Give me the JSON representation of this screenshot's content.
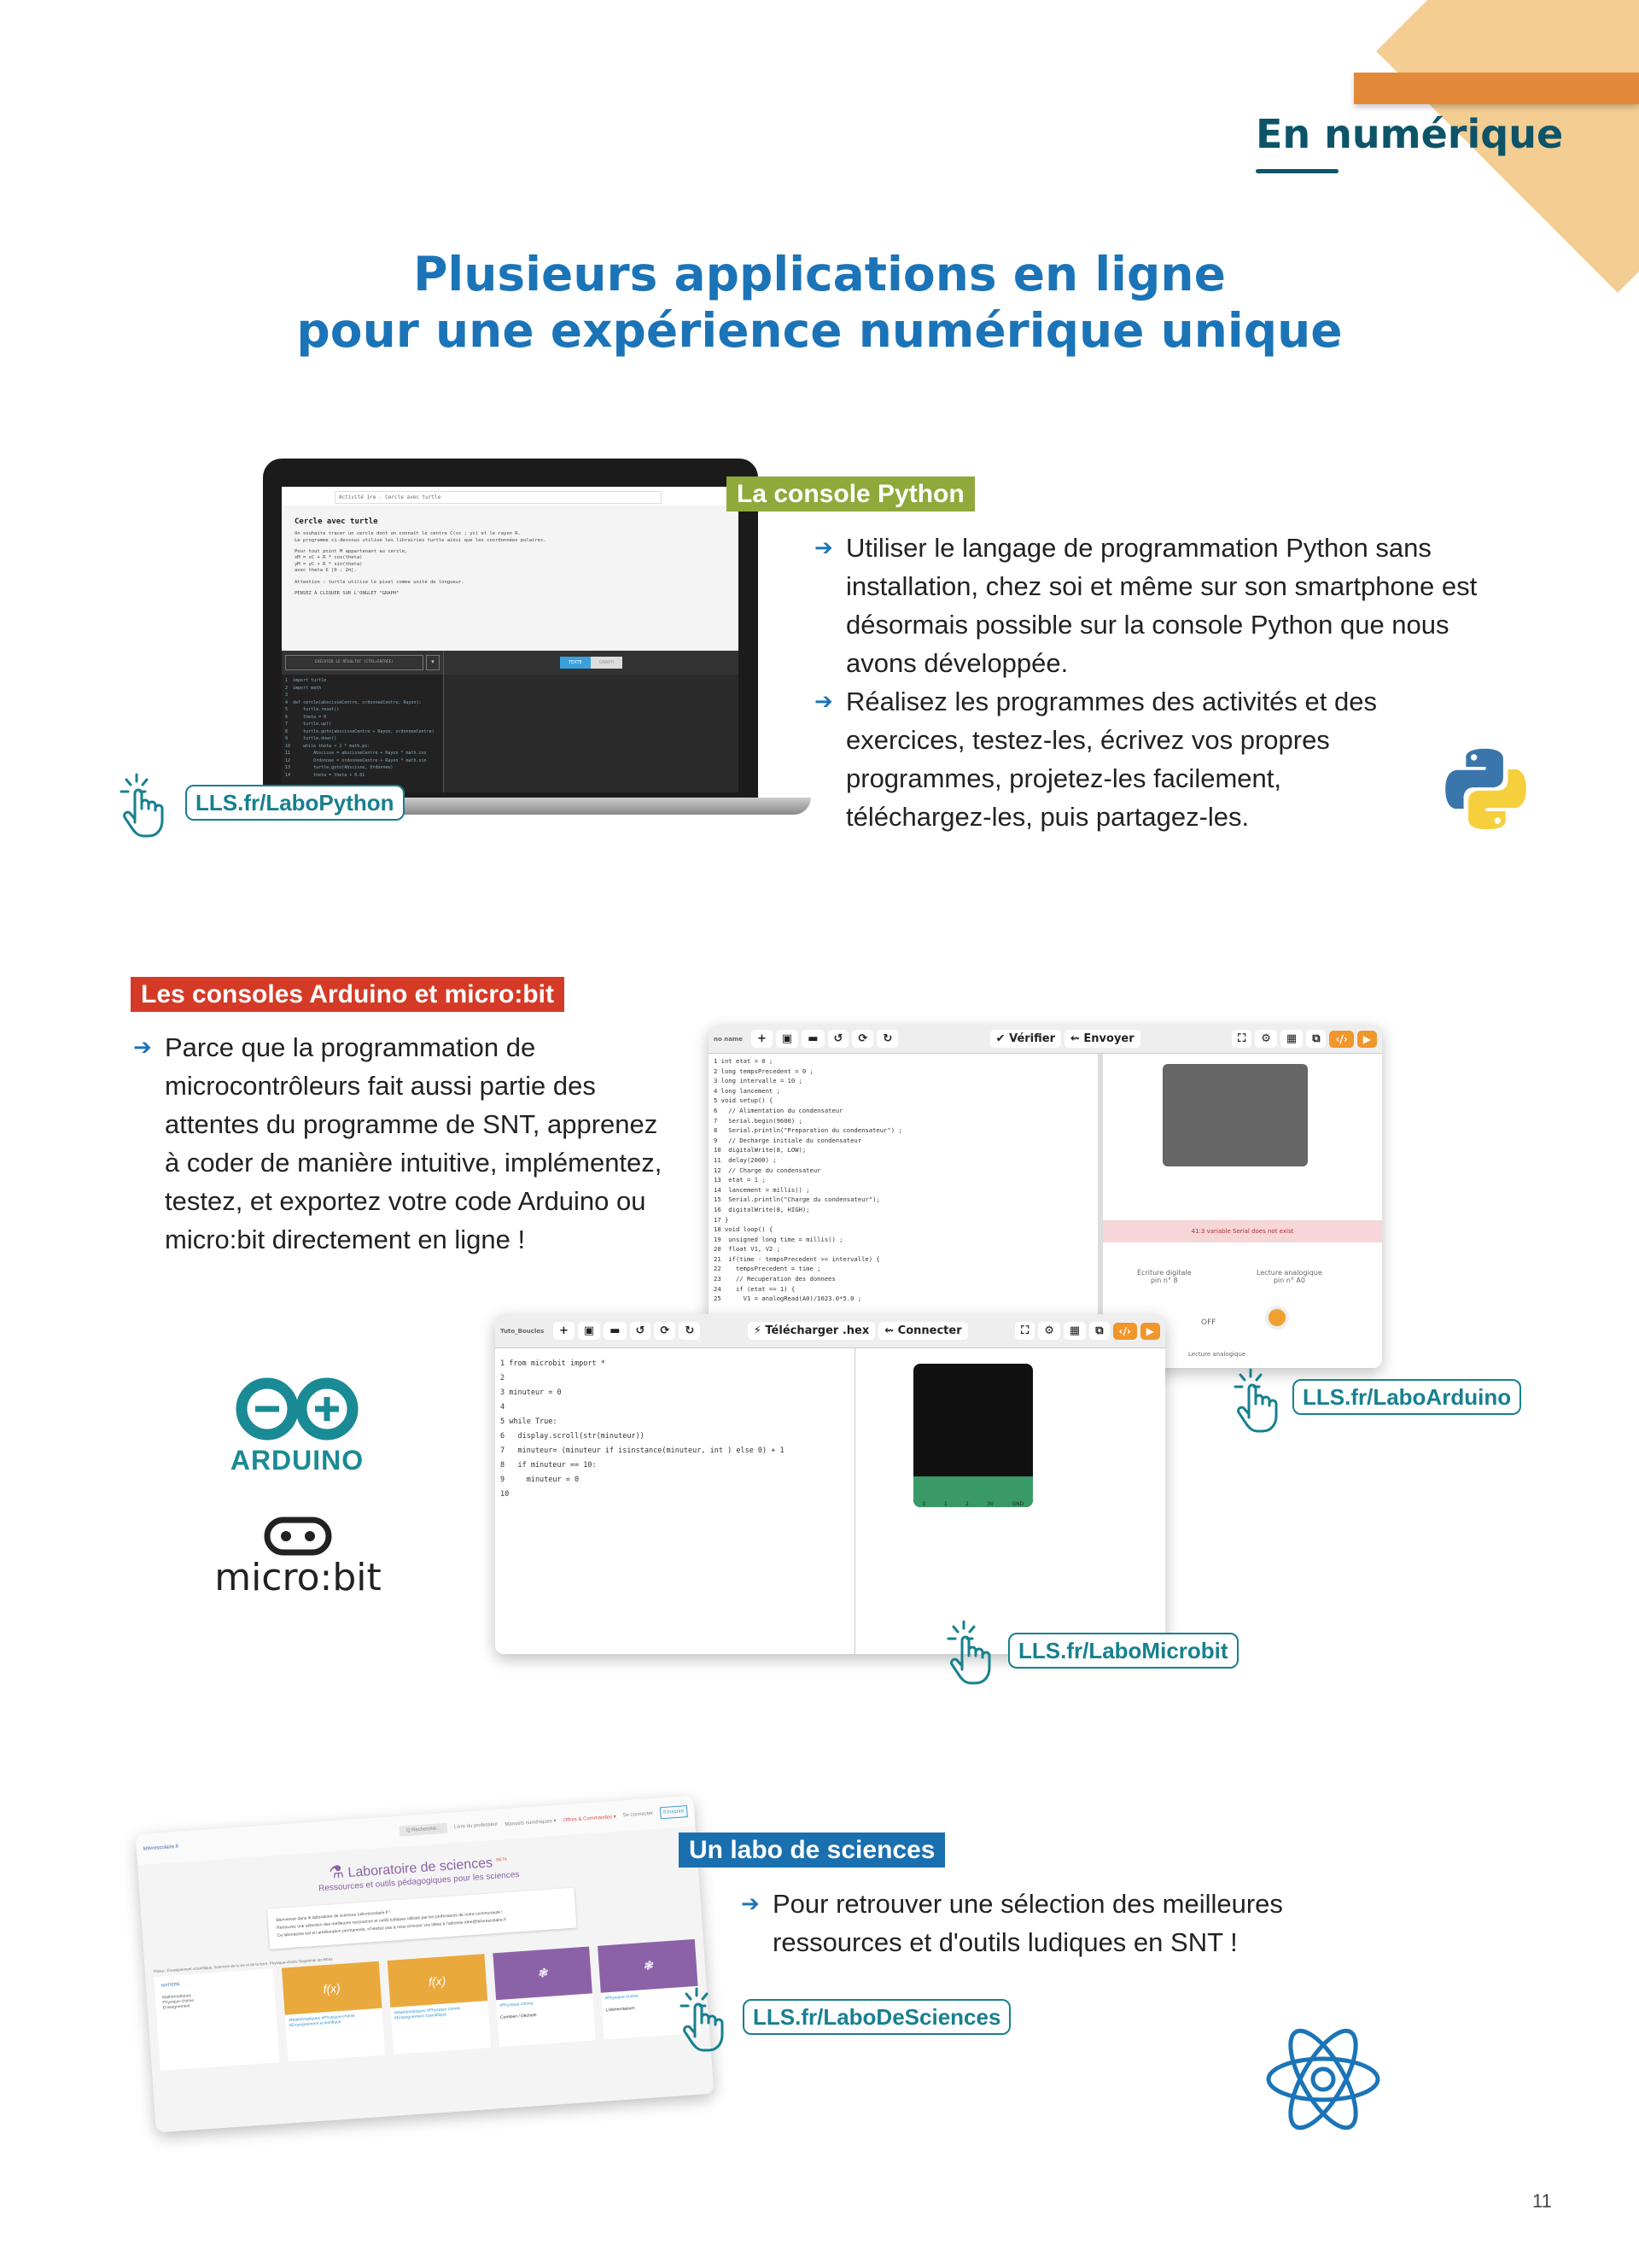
{
  "header": {
    "section_title": "En numérique",
    "title_line1": "Plusieurs applications en ligne",
    "title_line2": "pour une expérience numérique unique"
  },
  "python": {
    "tag": "La console Python",
    "bullets": [
      "Utiliser le langage de programmation Python sans installation, chez soi et même sur son smartphone est désormais possible sur la console Python que nous avons développée.",
      "Réalisez les programmes des activités et des exercices, testez-les, écrivez vos propres programmes, projetez-les facilement, téléchargez-les, puis partagez-les."
    ],
    "link": "LLS.fr/LaboPython",
    "screen": {
      "select": "Activité 1re - Cercle avec turtle",
      "heading": "Cercle avec turtle",
      "text": [
        "On souhaite tracer un cercle dont on connaît le centre C(xc ; yc) et le rayon R.",
        "Le programme ci-dessous utilise les librairies turtle ainsi que les coordonnées polaires.",
        "",
        "Pour tout point M appartenant au cercle,",
        "xM = xC + R * cos(theta)",
        "yM = yC + R * sin(theta)",
        "avec theta ∈ [0 ; 2π[.",
        "",
        "Attention : turtle utilise le pixel comme unité de longueur.",
        "",
        "PENSEZ À CLIQUER SUR L'ONGLET \"GRAPH\""
      ],
      "run_button": "EXÉCUTER LE RÉSULTAT (CTRL+ENTRÉE)",
      "tab_text": "TEXTE",
      "tab_graph": "GRAPH",
      "code": [
        "1  import turtle",
        "2  import math",
        "3",
        "4  def cercle(abscisseCentre, ordonneeCentre, Rayon):",
        "5      turtle.reset()",
        "6      theta = 0",
        "7      turtle.up()",
        "8      turtle.goto(abscisseCentre + Rayon, ordonneeCentre)",
        "9      turtle.down()",
        "10     while theta < 2 * math.pi:",
        "11         Abscisse = abscisseCentre + Rayon * math.cos",
        "12         Ordonnee = ordonneeCentre + Rayon * math.sin",
        "13         turtle.goto(Abscisse, Ordonnee)",
        "14         theta = theta + 0.01"
      ]
    }
  },
  "arduino": {
    "tag": "Les consoles Arduino et micro:bit",
    "bullets": [
      "Parce que la programmation de microcontrôleurs fait aussi partie des attentes du programme de SNT, apprenez à coder de manière intuitive, implémentez, testez, et exportez votre code Arduino ou micro:bit directement en ligne !"
    ],
    "logo_arduino": "ARDUINO",
    "logo_microbit": "micro:bit",
    "link_arduino": "LLS.fr/LaboArduino",
    "link_microbit": "LLS.fr/LaboMicrobit",
    "arduino_screen": {
      "filename": "no name",
      "verify": "✔ Vérifier",
      "send": "⇜ Envoyer",
      "error": "41:3 variable Serial does not exist",
      "digital_write": "Écriture digitale",
      "digital_pin": "pin n° 8",
      "analog_read": "Lecture analogique",
      "analog_pin": "pin n° A0",
      "off": "OFF",
      "analog_read2": "Lecture analogique",
      "code": [
        "1 int etat = 0 ;",
        "2 long tempsPrecedent = 0 ;",
        "3 long intervalle = 10 ;",
        "4 long lancement ;",
        "5 void setup() {",
        "6   // Alimentation du condensateur",
        "7   Serial.begin(9600) ;",
        "8   Serial.println(\"Preparation du condensateur\") ;",
        "9   // Decharge initiale du condensateur",
        "10  digitalWrite(8, LOW);",
        "11  delay(2000) ;",
        "12  // Charge du condensateur",
        "13  etat = 1 ;",
        "14  lancement = millis() ;",
        "15  Serial.println(\"Charge du condensateur\");",
        "16  digitalWrite(8, HIGH);",
        "17 }",
        "18 void loop() {",
        "19  unsigned long time = millis() ;",
        "20  float V1, V2 ;",
        "21  if(time - tempsPrecedent >= intervalle) {",
        "22    tempsPrecedent = time ;",
        "23    // Recuperation des donnees",
        "24    if (etat == 1) {",
        "25      V1 = analogRead(A0)/1023.0*5.0 ;"
      ]
    },
    "microbit_screen": {
      "filename": "Tuto_Boucles",
      "download": "⚡ Télécharger .hex",
      "connect": "⇜ Connecter",
      "code": [
        "1 from microbit import *",
        "2",
        "3 minuteur = 0",
        "4",
        "5 while True:",
        "6   display.scroll(str(minuteur))",
        "7   minuteur= (minuteur if isinstance(minuteur, int ) else 0) + 1",
        "8   if minuteur == 10:",
        "9     minuteur = 0",
        "10"
      ],
      "pins": [
        "0",
        "1",
        "2",
        "3V",
        "GND"
      ]
    }
  },
  "sciences": {
    "tag": "Un labo de sciences",
    "bullets": [
      "Pour retrouver une sélection des meilleures ressources et d'outils ludiques en SNT !"
    ],
    "link": "LLS.fr/LaboDeSciences",
    "screen": {
      "site": "lelivrescolaire.fr",
      "search": "Q Recherche...",
      "nav": [
        "Livre du professeur",
        "Manuels numériques ▾",
        "Offres & Commandes ▾",
        "Se connecter"
      ],
      "signup": "S'inscrire",
      "title": "Laboratoire de sciences",
      "beta": "BETA",
      "subtitle": "Ressources et outils pédagogiques pour les sciences",
      "welcome": [
        "Bienvenue dans le laboratoire de sciences Lelivrescolaire.fr !",
        "Retrouvez une sélection des meilleures ressources et outils ludiques utilisés par les professeurs de notre communauté !",
        "Ce laboratoire est en amélioration permanente, n'hésitez pas à nous envoyer vos idées à l'adresse idee@lelivrescolaire.fr"
      ],
      "filters": "Filtres : Enseignement scientifique, Sciences de la vie et de la terre, Physique-chimie  Supprimer les filtres",
      "sidebar_title": "MATIÈRE",
      "subjects": [
        "Mathématiques",
        "Physique-chimie",
        "Enseignement"
      ],
      "cards": [
        {
          "icon": "f(x)",
          "tags": "#Mathématiques #Physique-chimie #Enseignement scientifique",
          "color": "#eaa93c"
        },
        {
          "icon": "f(x)",
          "tags": "#Mathématiques #Physique-chimie #Enseignement scientifique",
          "color": "#eaa93c"
        },
        {
          "icon": "❃",
          "tags": "#Physique-chimie",
          "name": "Combien / Déchets",
          "color": "#8b62a8"
        },
        {
          "icon": "❃",
          "tags": "#Physique-chimie",
          "name": "L'élémentarium",
          "color": "#8b62a8"
        }
      ]
    }
  },
  "page_number": "11",
  "colors": {
    "blue": "#1b74b7",
    "green": "#8fa93b",
    "red": "#d53a27",
    "teal": "#17808f",
    "orange": "#e28a3a",
    "tag_blue": "#1a6fae"
  }
}
